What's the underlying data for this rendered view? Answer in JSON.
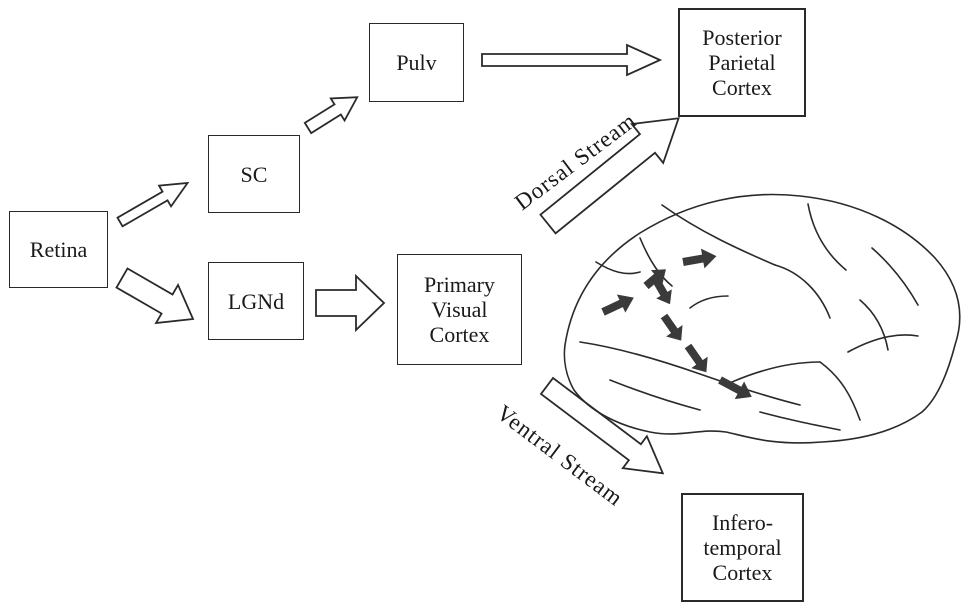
{
  "nodes": {
    "retina": "Retina",
    "sc": "SC",
    "lgnd": "LGNd",
    "pulv": "Pulv",
    "primary_visual_cortex": "Primary\nVisual\nCortex",
    "posterior_parietal_cortex": "Posterior\nParietal\nCortex",
    "inferotemporal_cortex": "Infero-\ntemporal\nCortex"
  },
  "streams": {
    "dorsal": "Dorsal Stream",
    "ventral": "Ventral Stream"
  }
}
